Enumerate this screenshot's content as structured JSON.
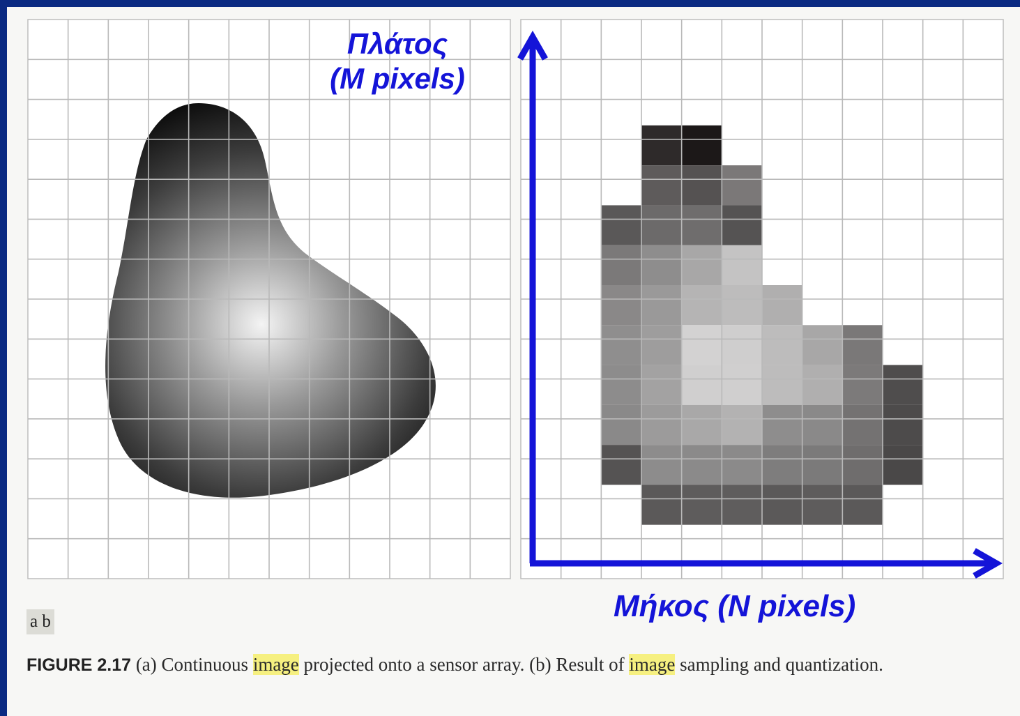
{
  "labels": {
    "amplitude_line1": "Πλάτος",
    "amplitude_line2": "(M pixels)",
    "length": "Μήκος (N pixels)",
    "panel_tags": "a b"
  },
  "caption": {
    "figure_label": "FIGURE 2.17",
    "text_1": "(a) Continuous",
    "highlight_1": "image",
    "text_2": "projected onto a sensor array. (b) Result of",
    "highlight_2": "image",
    "text_3": "sampling and quantization."
  },
  "colors": {
    "background": "#0b2a82",
    "arrow": "#1414d8",
    "highlight": "#f6f080"
  },
  "quantized_grid": {
    "description_rows": 13,
    "columns": 12,
    "cells": [
      [
        3,
        2,
        "#2e2a2a"
      ],
      [
        3,
        3,
        "#1c1818"
      ],
      [
        4,
        2,
        "#5e5b5b"
      ],
      [
        4,
        3,
        "#555252"
      ],
      [
        4,
        4,
        "#7b7878"
      ],
      [
        5,
        1,
        "#5a5858"
      ],
      [
        5,
        2,
        "#6c6a6a"
      ],
      [
        5,
        3,
        "#6f6d6d"
      ],
      [
        5,
        4,
        "#555353"
      ],
      [
        6,
        1,
        "#7b7979"
      ],
      [
        6,
        2,
        "#8e8d8d"
      ],
      [
        6,
        3,
        "#a8a7a7"
      ],
      [
        6,
        4,
        "#c4c3c3"
      ],
      [
        7,
        1,
        "#8a8888"
      ],
      [
        7,
        2,
        "#9a9999"
      ],
      [
        7,
        3,
        "#b5b4b4"
      ],
      [
        7,
        4,
        "#bdbcbc"
      ],
      [
        7,
        5,
        "#b0afaf"
      ],
      [
        8,
        1,
        "#8f8e8e"
      ],
      [
        8,
        2,
        "#9e9d9d"
      ],
      [
        8,
        3,
        "#d3d2d2"
      ],
      [
        8,
        4,
        "#cfcece"
      ],
      [
        8,
        5,
        "#bdbcbc"
      ],
      [
        8,
        6,
        "#a8a7a7"
      ],
      [
        8,
        7,
        "#7a7878"
      ],
      [
        9,
        1,
        "#8d8c8c"
      ],
      [
        9,
        2,
        "#a3a2a2"
      ],
      [
        9,
        3,
        "#d0cfcf"
      ],
      [
        9,
        4,
        "#d0cfcf"
      ],
      [
        9,
        5,
        "#bdbcbc"
      ],
      [
        9,
        6,
        "#b0afaf"
      ],
      [
        9,
        7,
        "#7c7a7a"
      ],
      [
        9,
        8,
        "#4f4d4d"
      ],
      [
        10,
        1,
        "#8a8989"
      ],
      [
        10,
        2,
        "#9c9b9b"
      ],
      [
        10,
        3,
        "#a9a8a8"
      ],
      [
        10,
        4,
        "#b3b2b2"
      ],
      [
        10,
        5,
        "#8e8d8d"
      ],
      [
        10,
        6,
        "#8a8989"
      ],
      [
        10,
        7,
        "#747272"
      ],
      [
        10,
        8,
        "#4d4b4b"
      ],
      [
        11,
        1,
        "#555353"
      ],
      [
        11,
        2,
        "#8d8c8c"
      ],
      [
        11,
        3,
        "#8b8a8a"
      ],
      [
        11,
        4,
        "#8b8a8a"
      ],
      [
        11,
        5,
        "#7e7d7d"
      ],
      [
        11,
        6,
        "#7b7a7a"
      ],
      [
        11,
        7,
        "#6f6d6d"
      ],
      [
        11,
        8,
        "#4a4848"
      ],
      [
        12,
        2,
        "#5b5959"
      ],
      [
        12,
        3,
        "#5e5c5c"
      ],
      [
        12,
        4,
        "#5f5d5d"
      ],
      [
        12,
        5,
        "#5b5959"
      ],
      [
        12,
        6,
        "#5e5c5c"
      ],
      [
        12,
        7,
        "#5b5959"
      ]
    ]
  }
}
